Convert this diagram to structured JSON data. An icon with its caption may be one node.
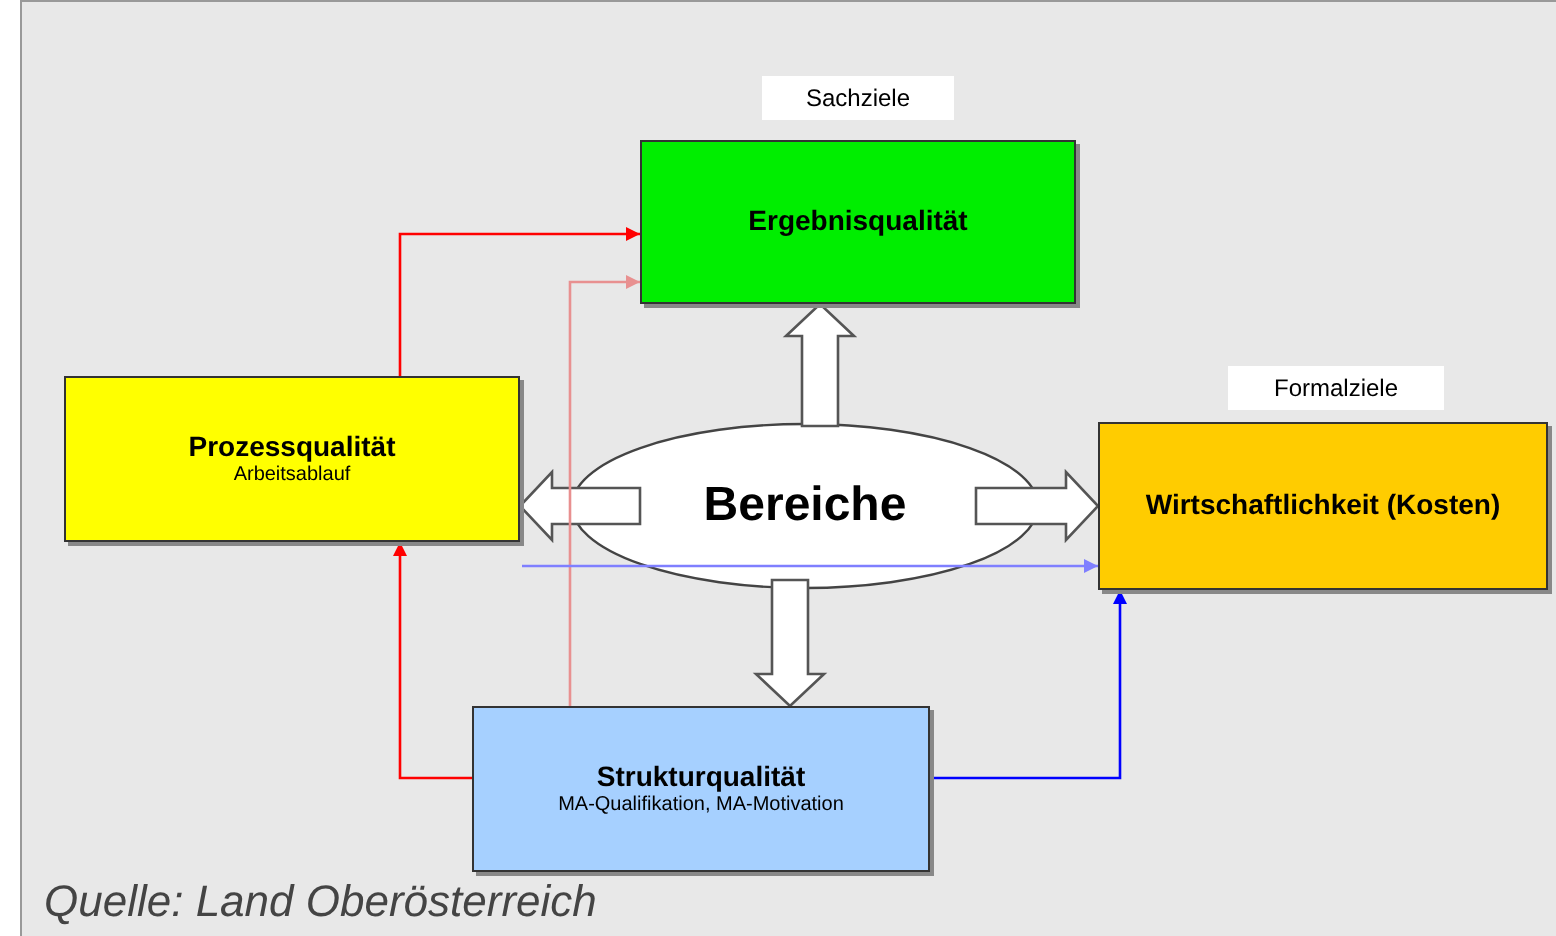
{
  "diagram": {
    "caption": "Quelle: Land Oberösterreich",
    "nodes": [
      {
        "text": [
          "Ergebnisqualität"
        ],
        "beside": [
          "Sachziele"
        ]
      },
      {
        "text": [
          "Prozessqualität",
          "Arbeitsablauf"
        ]
      },
      {
        "text": [
          "Bereiche"
        ]
      },
      {
        "text": [
          "Wirtschaftlichkeit (Kosten)"
        ],
        "beside": [
          "Formalziele"
        ]
      },
      {
        "text": [
          "Strukturqualität",
          "MA-Qualifikation, MA-Motivation"
        ]
      }
    ],
    "edges": [
      {
        "from": 2,
        "to": 0,
        "arrow": "to",
        "style": "thick"
      },
      {
        "from": 2,
        "to": 1,
        "arrow": "to",
        "style": "thick"
      },
      {
        "from": 2,
        "to": 3,
        "arrow": "to",
        "style": "thick"
      },
      {
        "from": 2,
        "to": 4,
        "arrow": "to",
        "style": "thick"
      },
      {
        "from": 1,
        "to": 0,
        "arrow": "to",
        "color": "#ff0000"
      },
      {
        "from": 4,
        "to": 0,
        "arrow": "to",
        "color": "#e89090"
      },
      {
        "from": 4,
        "to": 1,
        "arrow": "to",
        "color": "#ff0000"
      },
      {
        "from": 4,
        "to": 3,
        "arrow": "to",
        "color": "#0000ff"
      },
      {
        "from": null,
        "to": 3,
        "arrow": "to",
        "color": "#7f7fff"
      }
    ]
  }
}
